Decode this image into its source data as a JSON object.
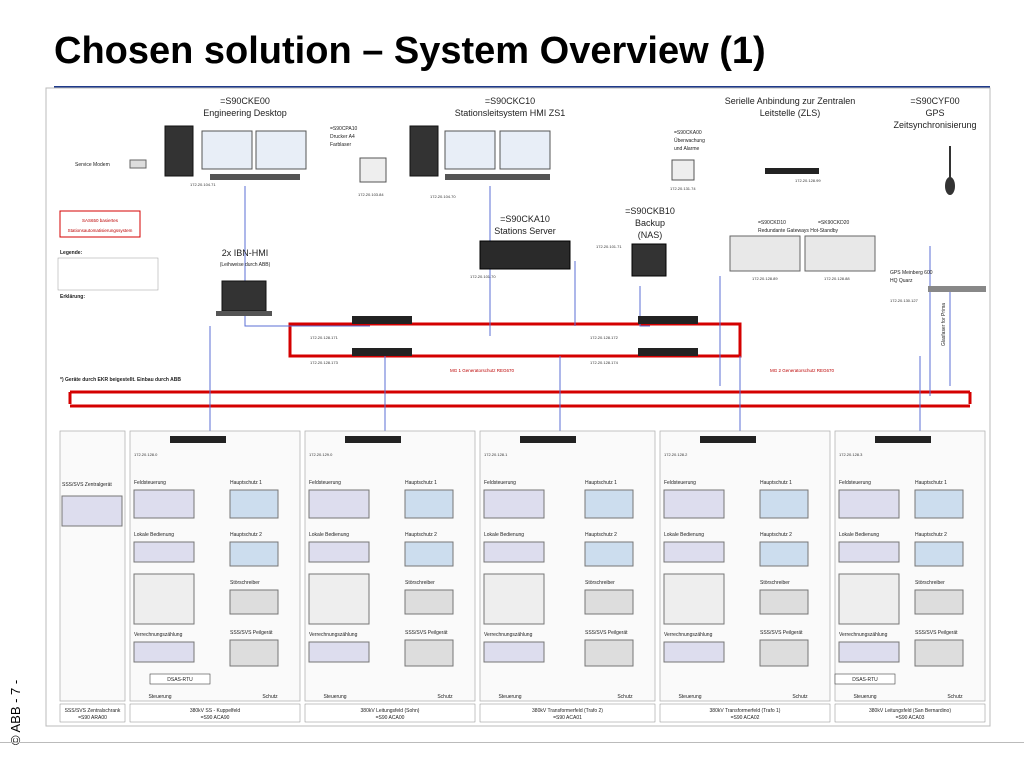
{
  "title": "Chosen solution – System Overview (1)",
  "copyright": "© ABB - 7 -",
  "top": {
    "eng_id": "=S90CKE00",
    "eng_name": "Engineering Desktop",
    "eng_ip": "172.20.104.71",
    "modem": "Service Modem",
    "printer_id": "=S90CPA10",
    "printer_l1": "Drucker A4",
    "printer_l2": "Farblaser",
    "printer_ip": "172.20.103.84",
    "hmi_id": "=S90CKC10",
    "hmi_name": "Stationsleitsystem HMI ZS1",
    "hmi_ip": "172.20.104.70",
    "alarm_id": "=S90CKA00",
    "alarm_l1": "Überwachung",
    "alarm_l2": "und Alarme",
    "alarm_ip": "172.20.131.74",
    "zls_l1": "Serielle Anbindung zur Zentralen",
    "zls_l2": "Leitstelle (ZLS)",
    "gps_id": "=S90CYF00",
    "gps_name": "GPS",
    "gps_l2": "Zeitsynchronisierung",
    "server_id": "=S90CKA10",
    "server_name": "Stations Server",
    "server_ip": "172.20.101.70",
    "nas_id": "=S90CKB10",
    "nas_l1": "Backup",
    "nas_l2": "(NAS)",
    "nas_ip": "172.20.101.71",
    "gw1_id": "=S90CKD10",
    "gw2_id": "=SK90CKD20",
    "gw_l": "Redundante Gateways Hot-Standby",
    "gw1_ip": "172.20.128.89",
    "gw2_ip": "172.20.128.88",
    "gw_switch_ip": "172.20.128.99",
    "gps_dev_l1": "GPS Meinberg 600",
    "gps_dev_l2": "HQ Quarz",
    "gps_dev_ip": "172.20.130.127",
    "sas_l1": "SAS650 basiertes",
    "sas_l2": "Stationsautomatisierungssystem",
    "ibn_l1": "2x IBN-HMI",
    "ibn_l2": "(Leihweise durch ABB)",
    "legende": "Legende:",
    "erklaerung": "Erklärung:",
    "note": "*) Geräte durch EKR beigestellt. Einbau durch ABB",
    "switch_ips": [
      "172.20.128.171",
      "172.20.128.172",
      "172.20.128.173",
      "172.20.128.174"
    ],
    "annot1": "MG 1 Generatorschutz REG670",
    "annot2": "MG 2 Generatorschutz REG670",
    "fiber": "Glasfaser for Prima"
  },
  "bays": [
    {
      "footer": "SSS/SVS Zentralschrank",
      "code": "=S90 ARA00",
      "ip": "172.20.128.0"
    },
    {
      "footer": "380kV SS - Kuppelfeld",
      "code": "=S90 ACA90",
      "ip": "172.20.128.0"
    },
    {
      "footer": "380kV Leitungsfeld (Sohn)",
      "code": "=S90 ACA00",
      "ip": "172.20.129.0"
    },
    {
      "footer": "380kV Transformerfeld (Trafo 2)",
      "code": "=S90 ACA01",
      "ip": "172.20.128.1"
    },
    {
      "footer": "380kV Transformerfeld (Trafo 1)",
      "code": "=S90 ACA02",
      "ip": "172.20.128.2"
    },
    {
      "footer": "380kV Leitungsfeld (San Bernardino)",
      "code": "=S90 ACA03",
      "ip": "172.20.128.3"
    }
  ],
  "bay_labels": {
    "steuerung": "Steuerung",
    "schutz": "Schutz",
    "feld": "Feldsteuerung",
    "lokal": "Lokale Bedienung",
    "haupt1": "Hauptschutz 1",
    "haupt2": "Hauptschutz 2",
    "stoer": "Störschreiber",
    "verr": "Verrechnungszählung",
    "ssspg": "SSS/SVS Peilgerät",
    "zentral": "SSS/SVS Zentralgerät",
    "rtu": "DSAS-RTU"
  }
}
